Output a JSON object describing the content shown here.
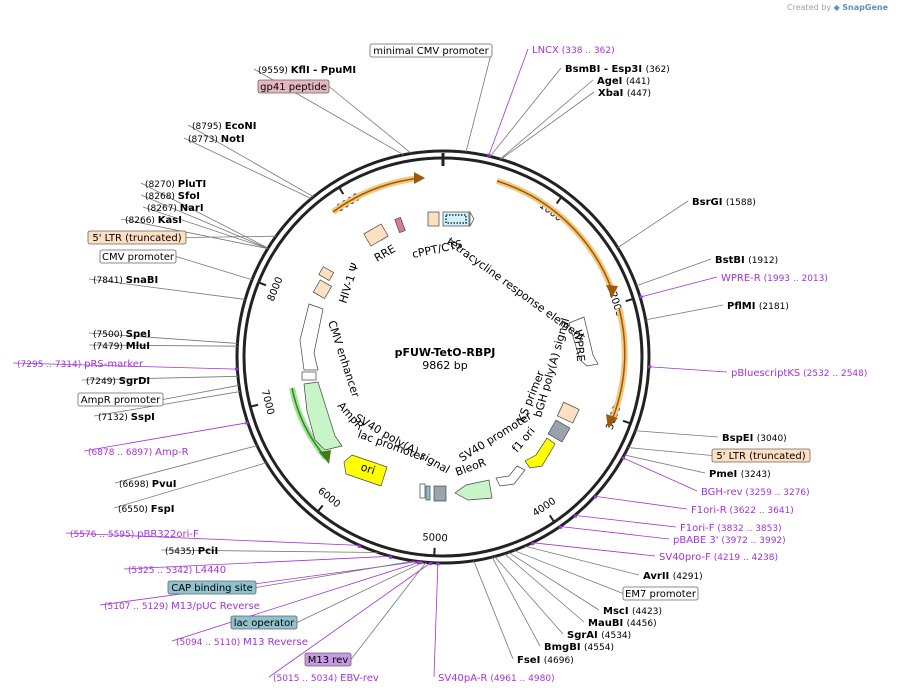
{
  "creator": {
    "prefix": "Created by",
    "brand": "SnapGene"
  },
  "map": {
    "name": "pFUW-TetO-RBPJ",
    "size_label": "9862 bp",
    "total_bp": 9862,
    "ticks": [
      {
        "bp": 1000,
        "label": "1000"
      },
      {
        "bp": 2000,
        "label": "2000"
      },
      {
        "bp": 3000,
        "label": "3000"
      },
      {
        "bp": 4000,
        "label": "4000"
      },
      {
        "bp": 5000,
        "label": "5000"
      },
      {
        "bp": 6000,
        "label": "6000"
      },
      {
        "bp": 7000,
        "label": "7000"
      },
      {
        "bp": 8000,
        "label": "8000"
      },
      {
        "bp": 9000,
        "label": "9000"
      }
    ]
  },
  "enzymes": [
    {
      "id": "kfli-ppumi",
      "name": "KflI  - PpuMI",
      "pos": "(9559)",
      "bp": 9559
    },
    {
      "id": "bsmbi-esp3i",
      "name": "BsmBI  - Esp3I",
      "pos": "(362)",
      "bp": 362
    },
    {
      "id": "agei",
      "name": "AgeI",
      "pos": "(441)",
      "bp": 441
    },
    {
      "id": "xbai",
      "name": "XbaI",
      "pos": "(447)",
      "bp": 447
    },
    {
      "id": "econi",
      "name": "EcoNI",
      "pos": "(8795)",
      "bp": 8795
    },
    {
      "id": "noti",
      "name": "NotI",
      "pos": "(8773)",
      "bp": 8773
    },
    {
      "id": "pluti",
      "name": "PluTI",
      "pos": "(8270)",
      "bp": 8270
    },
    {
      "id": "sfoi",
      "name": "SfoI",
      "pos": "(8268)",
      "bp": 8268
    },
    {
      "id": "nari",
      "name": "NarI",
      "pos": "(8267)",
      "bp": 8267
    },
    {
      "id": "kasi",
      "name": "KasI",
      "pos": "(8266)",
      "bp": 8266
    },
    {
      "id": "snabi",
      "name": "SnaBI",
      "pos": "(7841)",
      "bp": 7841
    },
    {
      "id": "spei",
      "name": "SpeI",
      "pos": "(7500)",
      "bp": 7500
    },
    {
      "id": "mlui",
      "name": "MluI",
      "pos": "(7479)",
      "bp": 7479
    },
    {
      "id": "sgrdi",
      "name": "SgrDI",
      "pos": "(7249)",
      "bp": 7249
    },
    {
      "id": "sspi",
      "name": "SspI",
      "pos": "(7132)",
      "bp": 7132
    },
    {
      "id": "pvui",
      "name": "PvuI",
      "pos": "(6698)",
      "bp": 6698
    },
    {
      "id": "fspi",
      "name": "FspI",
      "pos": "(6550)",
      "bp": 6550
    },
    {
      "id": "pcii",
      "name": "PciI",
      "pos": "(5435)",
      "bp": 5435
    },
    {
      "id": "bsrgi",
      "name": "BsrGI",
      "pos": "(1588)",
      "bp": 1588
    },
    {
      "id": "bstbi",
      "name": "BstBI",
      "pos": "(1912)",
      "bp": 1912
    },
    {
      "id": "pflmi",
      "name": "PflMI",
      "pos": "(2181)",
      "bp": 2181
    },
    {
      "id": "bspei",
      "name": "BspEI",
      "pos": "(3040)",
      "bp": 3040
    },
    {
      "id": "pmei",
      "name": "PmeI",
      "pos": "(3243)",
      "bp": 3243
    },
    {
      "id": "avrii",
      "name": "AvrII",
      "pos": "(4291)",
      "bp": 4291
    },
    {
      "id": "msci",
      "name": "MscI",
      "pos": "(4423)",
      "bp": 4423
    },
    {
      "id": "maubi",
      "name": "MauBI",
      "pos": "(4456)",
      "bp": 4456
    },
    {
      "id": "sgrai",
      "name": "SgrAI",
      "pos": "(4534)",
      "bp": 4534
    },
    {
      "id": "bmgbi",
      "name": "BmgBI",
      "pos": "(4554)",
      "bp": 4554
    },
    {
      "id": "fsei",
      "name": "FseI",
      "pos": "(4696)",
      "bp": 4696
    }
  ],
  "primers": [
    {
      "id": "lncx",
      "name": "LNCX",
      "range": "(338 .. 362)",
      "bp": 350
    },
    {
      "id": "wpre-r",
      "name": "WPRE-R",
      "range": "(1993 .. 2013)",
      "bp": 2003
    },
    {
      "id": "pbluescriptks",
      "name": "pBluescriptKS",
      "range": "(2532 .. 2548)",
      "bp": 2540
    },
    {
      "id": "bgh-rev",
      "name": "BGH-rev",
      "range": "(3259 .. 3276)",
      "bp": 3267
    },
    {
      "id": "f1ori-r",
      "name": "F1ori-R",
      "range": "(3622 .. 3641)",
      "bp": 3631
    },
    {
      "id": "f1ori-f",
      "name": "F1ori-F",
      "range": "(3832 .. 3853)",
      "bp": 3842
    },
    {
      "id": "pbabe3",
      "name": "pBABE 3'",
      "range": "(3972 .. 3992)",
      "bp": 3982
    },
    {
      "id": "sv40pro-f",
      "name": "SV40pro-F",
      "range": "(4219 .. 4238)",
      "bp": 4228
    },
    {
      "id": "sv40pa-r",
      "name": "SV40pA-R",
      "range": "(4961 .. 4980)",
      "bp": 4970
    },
    {
      "id": "ebv-rev",
      "name": "EBV-rev",
      "range": "(5015 .. 5034)",
      "bp": 5024
    },
    {
      "id": "m13-reverse",
      "name": "M13 Reverse",
      "range": "(5094 .. 5110)",
      "bp": 5102
    },
    {
      "id": "m13-puc-reverse",
      "name": "M13/pUC Reverse",
      "range": "(5107 .. 5129)",
      "bp": 5118
    },
    {
      "id": "l4440",
      "name": "L4440",
      "range": "(5325 .. 5342)",
      "bp": 5333
    },
    {
      "id": "pbr322ori-f",
      "name": "pBR322ori-F",
      "range": "(5576 .. 5595)",
      "bp": 5585
    },
    {
      "id": "amp-r",
      "name": "Amp-R",
      "range": "(6878 .. 6897)",
      "bp": 6887
    },
    {
      "id": "prs-marker",
      "name": "pRS-marker",
      "range": "(7295 .. 7314)",
      "bp": 7304
    }
  ],
  "boxed_labels": [
    {
      "id": "minimal-cmv-promoter",
      "text": "minimal CMV promoter",
      "fill": "#ffffff",
      "bp": 175
    },
    {
      "id": "gp41-peptide",
      "text": "gp41 peptide",
      "fill": "#e5b6c0",
      "bp": 9620
    },
    {
      "id": "ltr-5-truncated-left",
      "text": "5' LTR (truncated)",
      "fill": "#fde0c2",
      "bp": 8380
    },
    {
      "id": "cmv-promoter-left",
      "text": "CMV promoter",
      "fill": "#ffffff",
      "bp": 8000
    },
    {
      "id": "ampr-promoter",
      "text": "AmpR promoter",
      "fill": "#ffffff",
      "bp": 7180
    },
    {
      "id": "ltr-5-truncated-right",
      "text": "5' LTR (truncated)",
      "fill": "#fde0c2",
      "bp": 3180
    },
    {
      "id": "em7-promoter",
      "text": "EM7 promoter",
      "fill": "#ffffff",
      "bp": 4380
    },
    {
      "id": "cap-binding-site",
      "text": "CAP binding site",
      "fill": "#8fc2cc",
      "bp": 5150
    },
    {
      "id": "lac-operator",
      "text": "lac operator",
      "fill": "#8fc2cc",
      "bp": 5080
    },
    {
      "id": "m13-rev",
      "text": "M13 rev",
      "fill": "#c79ae3",
      "bp": 5060
    }
  ],
  "inner_labels": [
    {
      "id": "rre",
      "text": "RRE"
    },
    {
      "id": "cppt-cts",
      "text": "cPPT/CTS"
    },
    {
      "id": "hiv-psi",
      "text": "HIV-1 Ψ"
    },
    {
      "id": "cmv-enhancer",
      "text": "CMV enhancer"
    },
    {
      "id": "ampr",
      "text": "AmpR"
    },
    {
      "id": "ori",
      "text": "ori"
    },
    {
      "id": "sv40-polya-signal",
      "text": "SV40 poly(A) signal"
    },
    {
      "id": "lac-promoter",
      "text": "lac promoter"
    },
    {
      "id": "bleor",
      "text": "BleoR"
    },
    {
      "id": "sv40-promoter",
      "text": "SV40 promoter"
    },
    {
      "id": "f1-ori",
      "text": "f1 ori"
    },
    {
      "id": "ks-primer",
      "text": "KS primer"
    },
    {
      "id": "bgh-polya-signal",
      "text": "bGH poly(A) signal"
    },
    {
      "id": "wpre",
      "text": "WPRE"
    },
    {
      "id": "tre",
      "text": "tetracycline response element"
    }
  ],
  "colors": {
    "enzyme": "#000000",
    "primer": "#a233d8",
    "orange_feature": "#f5b24a",
    "dark_orange": "#b8740f",
    "green_feature": "#9be59a",
    "dark_green": "#5a9a2a",
    "ori_yellow": "#ffff00",
    "grey": "#9aa3ab"
  }
}
